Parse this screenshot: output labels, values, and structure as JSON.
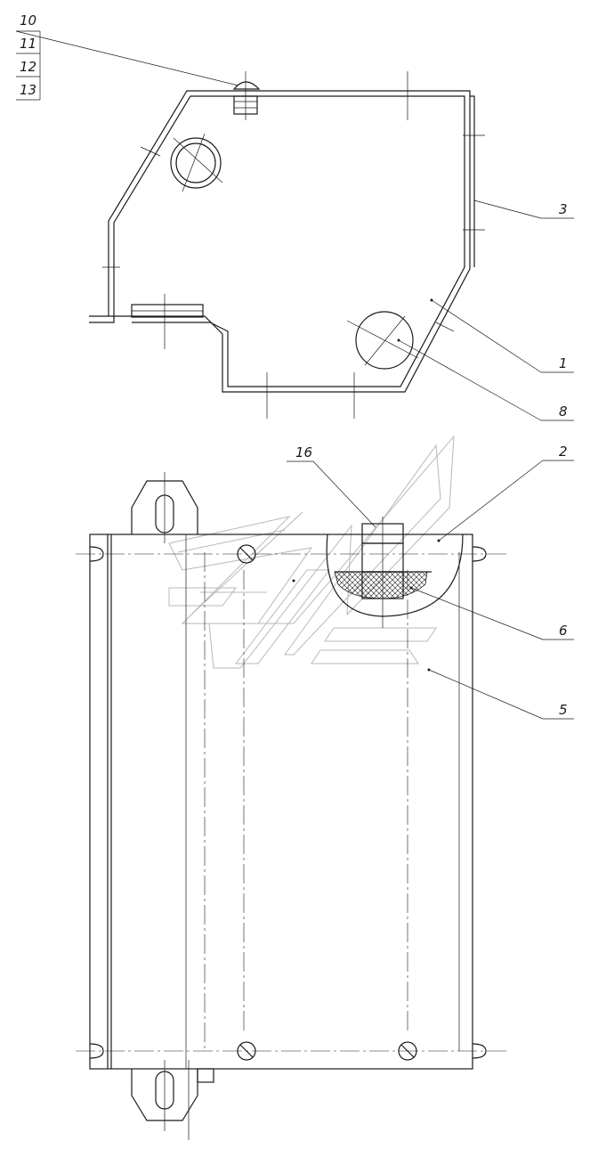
{
  "callouts": {
    "c10": "10",
    "c11": "11",
    "c12": "12",
    "c13": "13",
    "c3": "3",
    "c1": "1",
    "c8": "8",
    "c16": "16",
    "c2": "2",
    "c6": "6",
    "c5": "5"
  },
  "colors": {
    "line": "#1a1a1a",
    "watermark": "#b8b8b8",
    "background": "#ffffff"
  }
}
